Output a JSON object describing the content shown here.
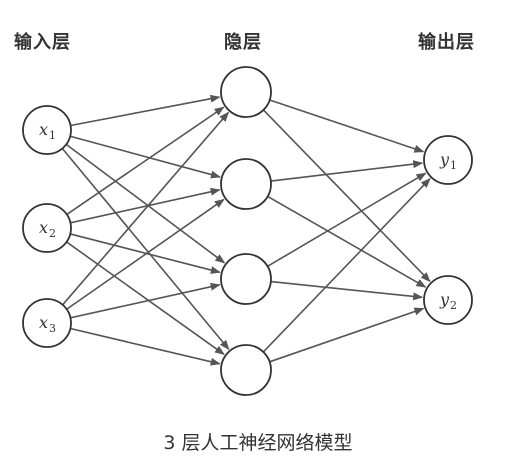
{
  "layers": {
    "input_label": "输入层",
    "hidden_label": "隐层",
    "output_label": "输出层"
  },
  "nodes": {
    "input": [
      {
        "var": "x",
        "sub": "1"
      },
      {
        "var": "x",
        "sub": "2"
      },
      {
        "var": "x",
        "sub": "3"
      }
    ],
    "hidden_count": 4,
    "output": [
      {
        "var": "y",
        "sub": "1"
      },
      {
        "var": "y",
        "sub": "2"
      }
    ]
  },
  "connectivity": "fully-connected",
  "caption": "3 层人工神经网络模型",
  "colors": {
    "stroke": "#333333",
    "arrow": "#555555"
  }
}
